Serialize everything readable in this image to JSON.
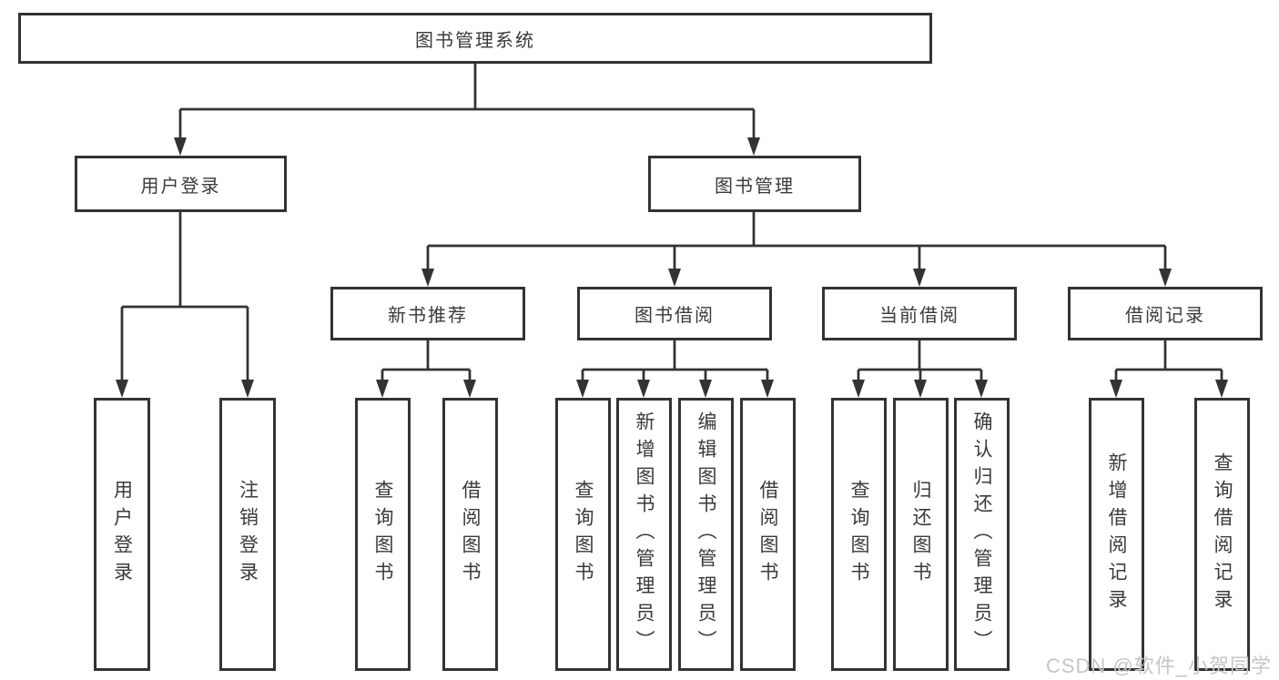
{
  "colors": {
    "line": "#333333",
    "text": "#3a3a3a",
    "background": "#ffffff",
    "watermark": "#c6c6c6"
  },
  "tree": {
    "root": {
      "label": "图书管理系统"
    },
    "branches": [
      {
        "label": "用户登录",
        "leaves": [
          {
            "label": "用户登录"
          },
          {
            "label": "注销登录"
          }
        ]
      },
      {
        "label": "图书管理",
        "groups": [
          {
            "label": "新书推荐",
            "leaves": [
              {
                "label": "查询图书"
              },
              {
                "label": "借阅图书"
              }
            ]
          },
          {
            "label": "图书借阅",
            "leaves": [
              {
                "label": "查询图书"
              },
              {
                "label": "新增图书（管理员）"
              },
              {
                "label": "编辑图书（管理员）"
              },
              {
                "label": "借阅图书"
              }
            ]
          },
          {
            "label": "当前借阅",
            "leaves": [
              {
                "label": "查询图书"
              },
              {
                "label": "归还图书"
              },
              {
                "label": "确认归还（管理员）"
              }
            ]
          },
          {
            "label": "借阅记录",
            "leaves": [
              {
                "label": "新增借阅记录"
              },
              {
                "label": "查询借阅记录"
              }
            ]
          }
        ]
      }
    ]
  },
  "watermark": {
    "text": "CSDN @软件_小贺同学"
  }
}
